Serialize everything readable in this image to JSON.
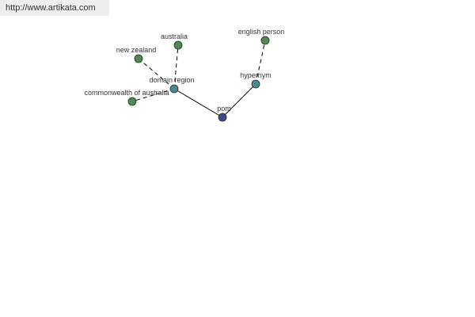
{
  "header": {
    "url_text": "http://www.artikata.com"
  },
  "colors": {
    "root_node": "#3d4a8c",
    "relation_node": "#4a8a8a",
    "leaf_node": "#4f8a4f",
    "node_stroke": "#1f2f1f",
    "edge": "#000000"
  },
  "graph": {
    "nodes": [
      {
        "id": "pom",
        "label": "pom",
        "kind": "root"
      },
      {
        "id": "domain-region",
        "label": "domain region",
        "kind": "relation"
      },
      {
        "id": "hypernym",
        "label": "hypernym",
        "kind": "relation"
      },
      {
        "id": "australia",
        "label": "australia",
        "kind": "leaf"
      },
      {
        "id": "new-zealand",
        "label": "new zealand",
        "kind": "leaf"
      },
      {
        "id": "commonwealth-of-australia",
        "label": "commonwealth of australia",
        "kind": "leaf"
      },
      {
        "id": "english-person",
        "label": "english person",
        "kind": "leaf"
      }
    ],
    "edges": [
      {
        "from": "pom",
        "to": "domain-region",
        "style": "solid"
      },
      {
        "from": "pom",
        "to": "hypernym",
        "style": "solid"
      },
      {
        "from": "domain-region",
        "to": "australia",
        "style": "dashed"
      },
      {
        "from": "domain-region",
        "to": "new-zealand",
        "style": "dashed"
      },
      {
        "from": "domain-region",
        "to": "commonwealth-of-australia",
        "style": "dashed"
      },
      {
        "from": "hypernym",
        "to": "english-person",
        "style": "dashed"
      }
    ]
  }
}
